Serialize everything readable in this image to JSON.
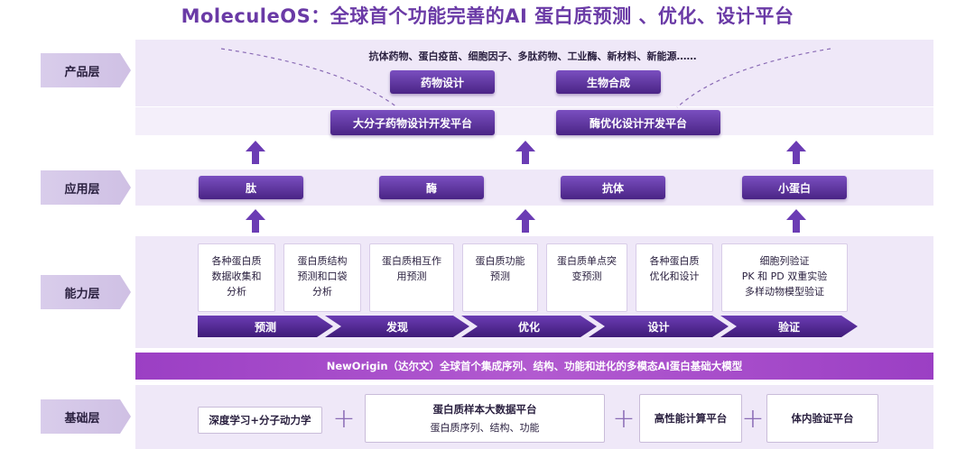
{
  "title": "MoleculeOS：全球首个功能完善的AI 蛋白质预测 、优化、设计平台",
  "layers": {
    "product": "产品层",
    "application": "应用层",
    "capability": "能力层",
    "foundation": "基础层"
  },
  "product": {
    "domains": "抗体药物、蛋白疫苗、细胞因子、多肽药物、工业酶、新材料、新能源……",
    "row1": [
      "药物设计",
      "生物合成"
    ],
    "row2": [
      "大分子药物设计开发平台",
      "酶优化设计开发平台"
    ]
  },
  "application": {
    "items": [
      "肽",
      "酶",
      "抗体",
      "小蛋白"
    ]
  },
  "capability": {
    "boxes": [
      "各种蛋白质\n数据收集和\n分析",
      "蛋白质结构\n预测和口袋\n分析",
      "蛋白质相互作\n用预测",
      "蛋白质功能\n预测",
      "蛋白质单点突\n变预测",
      "各种蛋白质\n优化和设计",
      "细胞列验证\nPK 和 PD 双重实验\n多样动物模型验证"
    ],
    "flow": [
      "预测",
      "发现",
      "优化",
      "设计",
      "验证"
    ]
  },
  "model_banner": "NewOrigin（达尔文）全球首个集成序列、结构、功能和进化的多模态AI蛋白基础大模型",
  "foundation": {
    "items": [
      {
        "title": "深度学习+分子动力学",
        "sub": ""
      },
      {
        "title": "蛋白质样本大数据平台",
        "sub": "蛋白质序列、结构、功能"
      },
      {
        "title": "高性能计算平台",
        "sub": ""
      },
      {
        "title": "体内验证平台",
        "sub": ""
      }
    ],
    "plus": "+"
  },
  "colors": {
    "accent": "#6a3aa6",
    "pill_dark": "#4a2485",
    "band": "#efe8f8",
    "banner": "#a94ccb"
  }
}
